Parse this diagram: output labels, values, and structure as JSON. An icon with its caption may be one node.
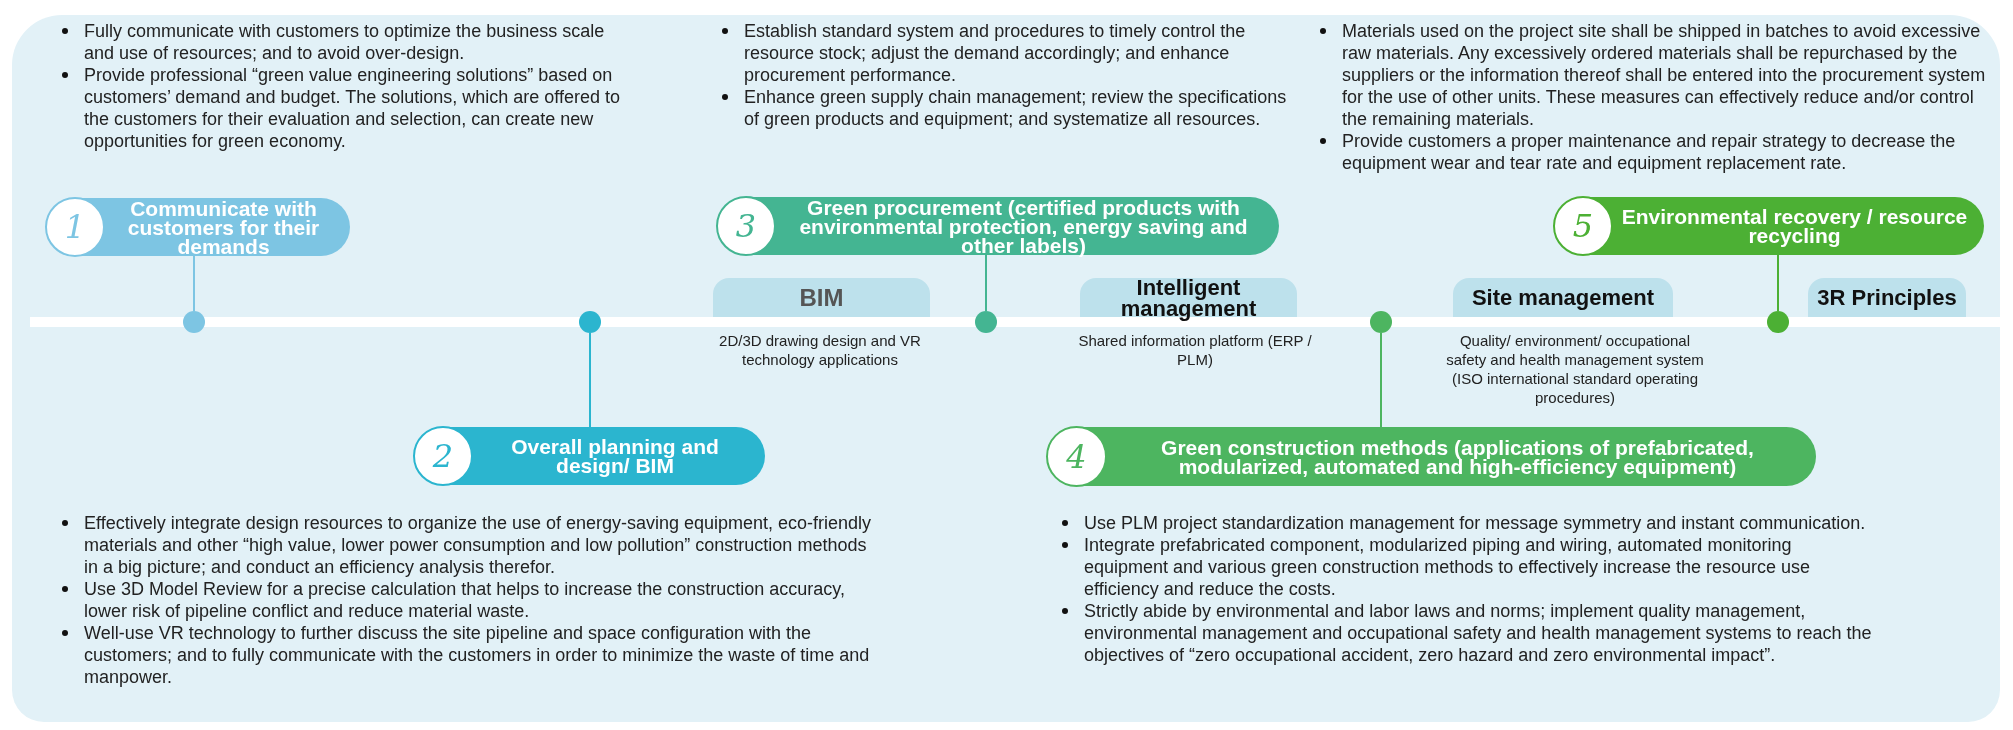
{
  "diagram": {
    "nodes": [
      {
        "text": [
          "1",
          "Communicate with customers for their demands"
        ],
        "beside": [
          "Fully communicate with customers to optimize the business scale and use of resources; and to avoid over-design.",
          "Provide professional “green value engineering solutions” based on customers’ demand and budget. The solutions, which are offered to the customers for their evaluation and selection, can create new opportunities for green economy."
        ]
      },
      {
        "text": [
          "3",
          "Green procurement (certified products with environmental protection, energy saving and other labels)"
        ],
        "beside": [
          "Establish standard system and procedures to timely control the resource stock; adjust the demand accordingly; and enhance procurement performance.",
          "Enhance green supply chain management; review the specifications of green products and equipment; and systematize all resources."
        ]
      },
      {
        "text": [
          "5",
          "Environmental recovery / resource recycling"
        ],
        "beside": [
          "Materials used on the project site shall be shipped in batches to avoid excessive raw materials. Any excessively ordered materials shall be repurchased by the suppliers or the information thereof shall be entered into the procurement system for the use of other units. These measures can effectively reduce and/or control the remaining materials.",
          "Provide customers a proper maintenance and repair strategy to decrease the equipment wear and tear rate and equipment replacement rate."
        ]
      },
      {
        "text": [
          "BIM"
        ],
        "beside": [
          "2D/3D drawing design and VR technology applications"
        ]
      },
      {
        "text": [
          "Intelligent management"
        ],
        "beside": [
          "Shared information platform (ERP / PLM)"
        ]
      },
      {
        "text": [
          "Site management"
        ],
        "beside": [
          "Quality/ environment/ occupational safety and health management system (ISO international standard operating procedures)"
        ]
      },
      {
        "text": [
          "3R Principles"
        ]
      },
      {
        "text": [],
        "shape": "circle"
      },
      {
        "text": [],
        "shape": "circle"
      },
      {
        "text": [],
        "shape": "circle"
      },
      {
        "text": [],
        "shape": "circle"
      },
      {
        "text": [],
        "shape": "circle"
      },
      {
        "text": [
          "2",
          "Overall planning and design/ BIM"
        ],
        "beside": [
          "Effectively integrate design resources to organize the use of energy-saving equipment, eco-friendly materials and other “high value, lower power consumption and low pollution” construction methods in a big picture; and conduct an efficiency analysis therefor.",
          "Use 3D Model Review for a precise calculation that helps to increase the construction accuracy, lower risk of pipeline conflict and reduce material waste.",
          "Well-use VR technology to further discuss the site pipeline and space configuration with the customers; and to fully communicate with the customers in order to minimize the waste of time and manpower."
        ]
      },
      {
        "text": [
          "4",
          "Green construction methods (applications of prefabricated, modularized, automated and high-efficiency equipment)"
        ],
        "beside": [
          "Use PLM project standardization management for message symmetry and instant communication.",
          "Integrate prefabricated component, modularized piping and wiring, automated monitoring equipment and various green construction methods to effectively increase the resource use efficiency and reduce the costs.",
          "Strictly abide by environmental and labor laws and norms; implement quality management, environmental management and occupational safety and health management systems to reach the objectives of “zero occupational accident, zero hazard and zero environmental impact”."
        ]
      }
    ],
    "edges": [
      {
        "from": 0,
        "to": 7,
        "arrow": "none",
        "color": "#7dc5e3"
      },
      {
        "from": 12,
        "to": 8,
        "arrow": "none",
        "color": "#2bb5cf"
      },
      {
        "from": 1,
        "to": 9,
        "arrow": "none",
        "color": "#44b592"
      },
      {
        "from": 13,
        "to": 10,
        "arrow": "none",
        "color": "#4db560"
      },
      {
        "from": 2,
        "to": 11,
        "arrow": "none",
        "color": "#4cb034"
      }
    ]
  }
}
